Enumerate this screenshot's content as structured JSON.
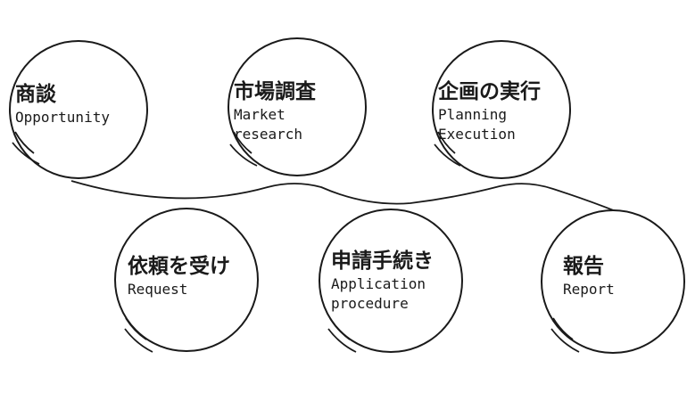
{
  "steps": [
    {
      "jp": "商談",
      "en": [
        "Opportunity"
      ]
    },
    {
      "jp": "市場調査",
      "en": [
        "Market",
        "research"
      ]
    },
    {
      "jp": "企画の実行",
      "en": [
        "Planning",
        "Execution"
      ]
    },
    {
      "jp": "依頼を受け",
      "en": [
        "Request"
      ]
    },
    {
      "jp": "申請手続き",
      "en": [
        "Application",
        "procedure"
      ]
    },
    {
      "jp": "報告",
      "en": [
        "Report"
      ]
    }
  ],
  "colors": {
    "ink": "#1a1a1a",
    "background": "#ffffff"
  }
}
